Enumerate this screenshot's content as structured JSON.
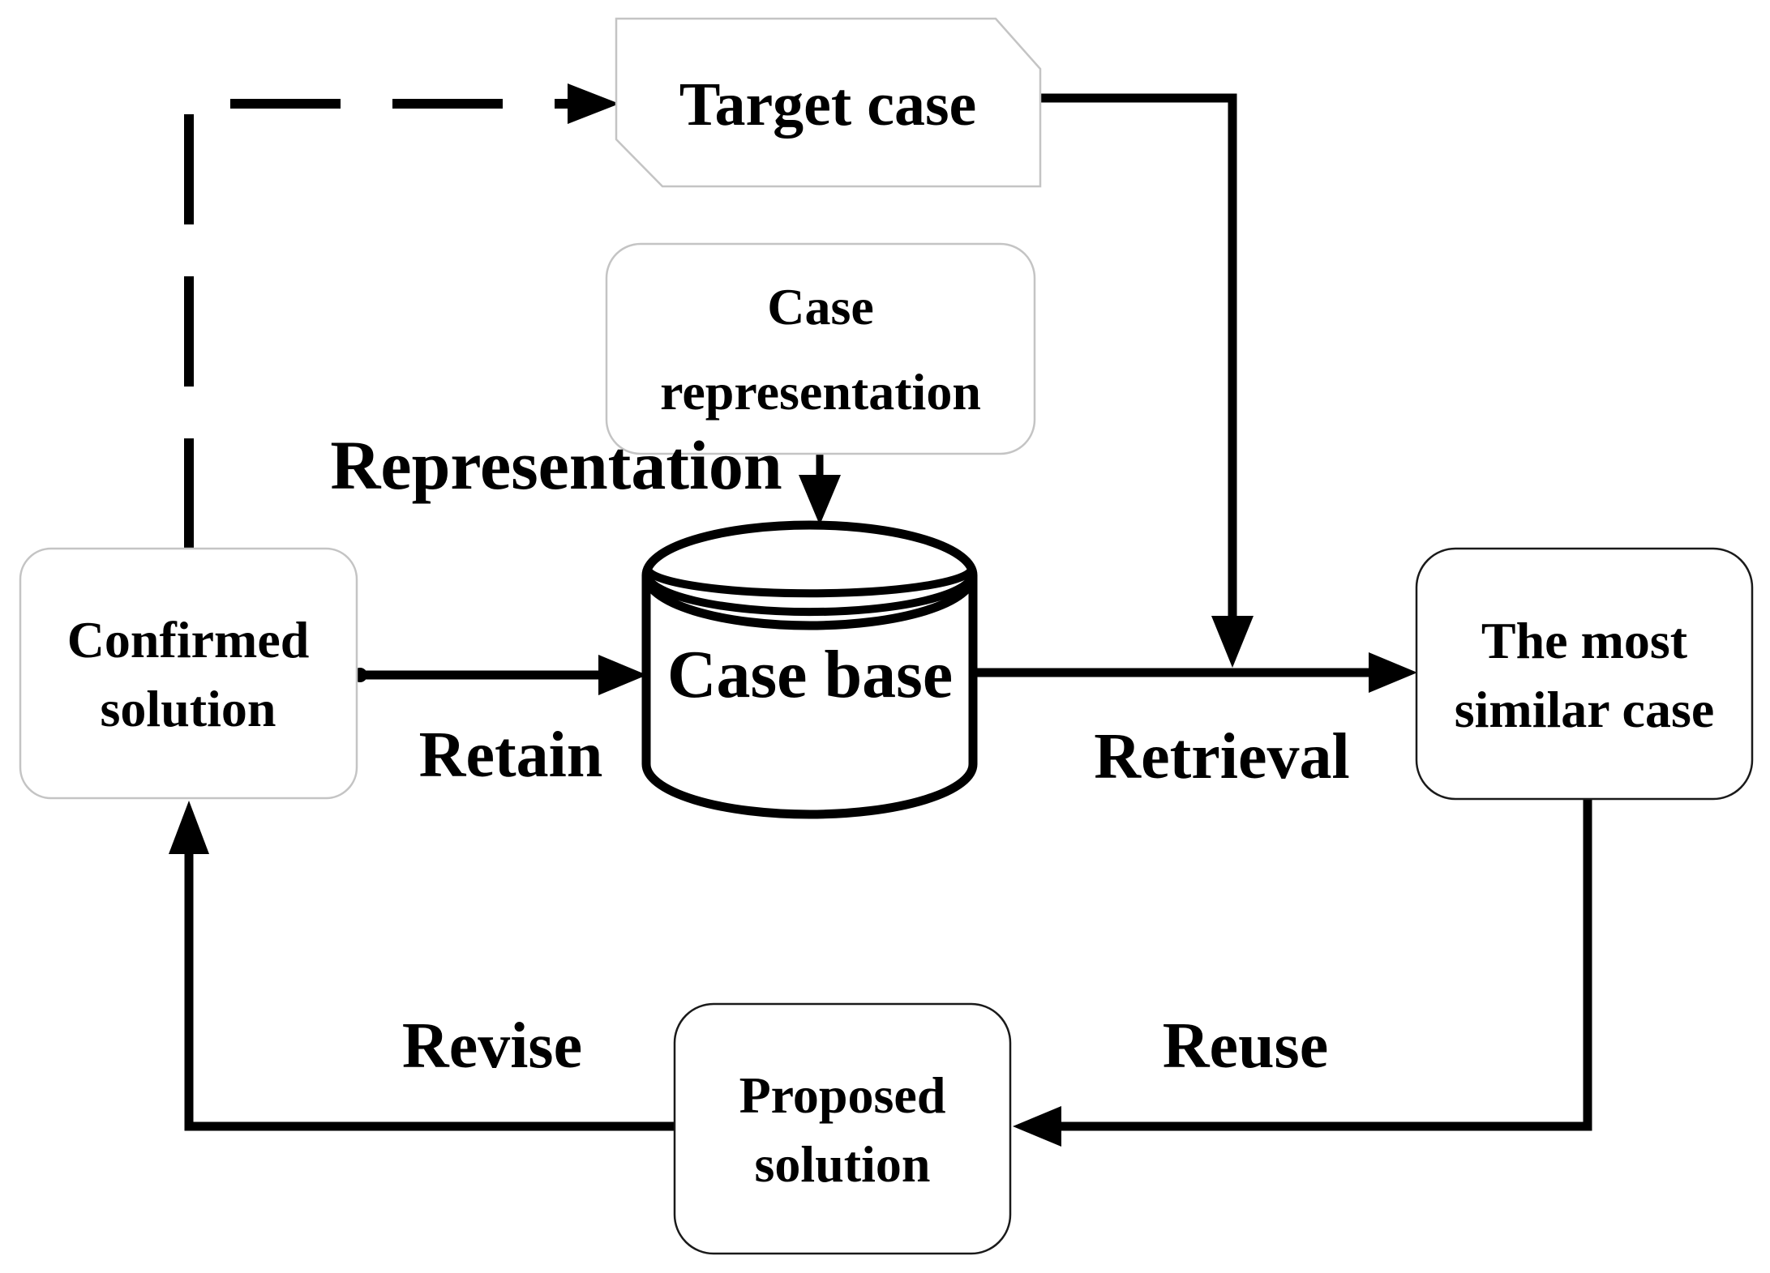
{
  "figure": {
    "title": "CBR cycle diagram",
    "background": "#ffffff",
    "ink": "#000000",
    "light_border": "#c4c4c4",
    "dark_border": "#1a1a1a"
  },
  "nodes": {
    "target_case": {
      "label": "Target case"
    },
    "case_representation": {
      "line1": "Case",
      "line2": "representation"
    },
    "case_base": {
      "label": "Case base"
    },
    "confirmed_solution": {
      "line1": "Confirmed",
      "line2": "solution"
    },
    "most_similar_case": {
      "line1": "The most",
      "line2": "similar case"
    },
    "proposed_solution": {
      "line1": "Proposed",
      "line2": "solution"
    }
  },
  "edge_labels": {
    "representation": "Representation",
    "retain": "Retain",
    "retrieval": "Retrieval",
    "revise": "Revise",
    "reuse": "Reuse"
  }
}
